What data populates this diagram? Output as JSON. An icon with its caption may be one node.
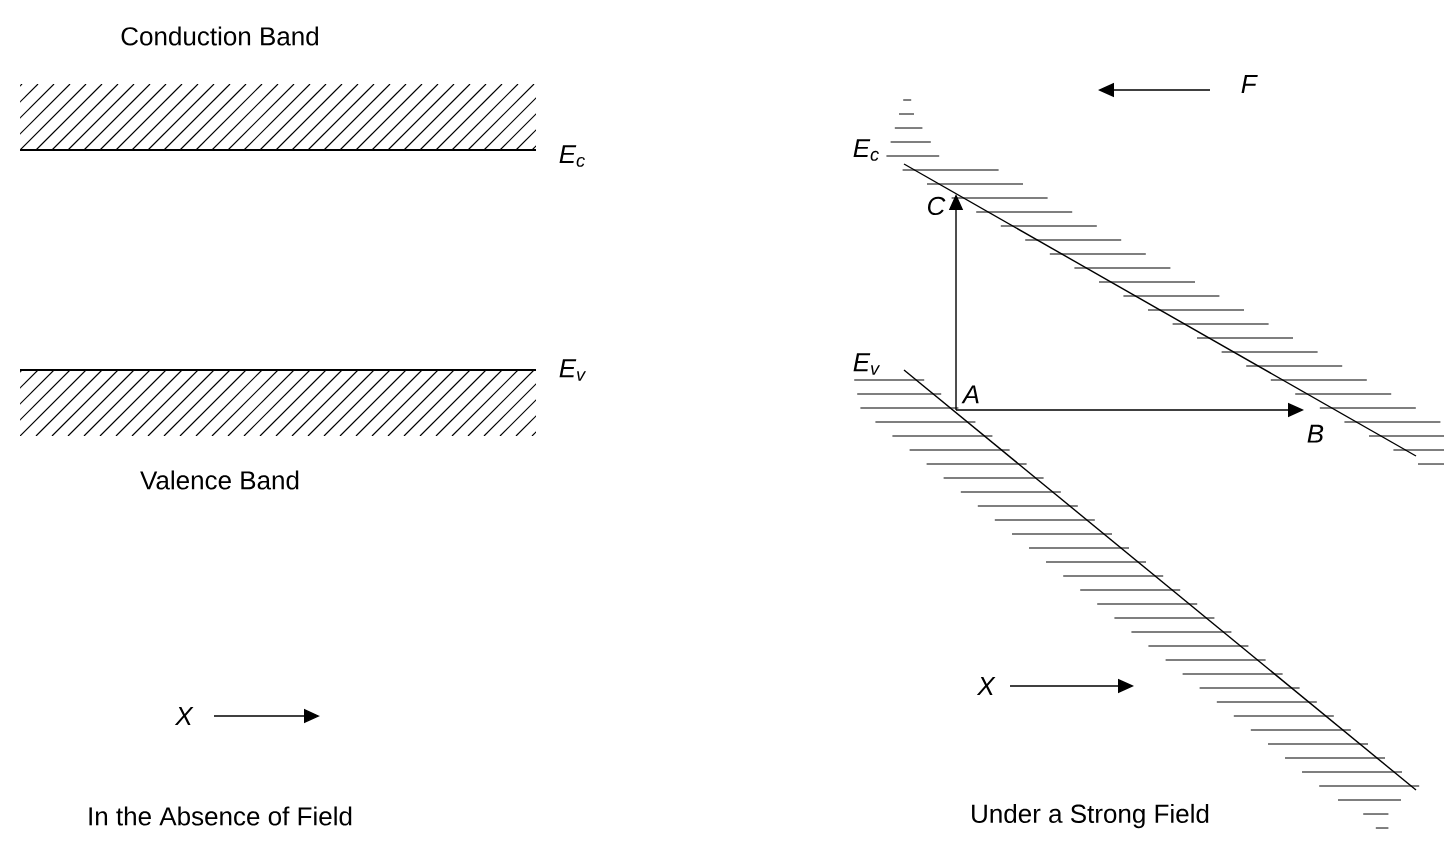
{
  "diagram": {
    "nodes": [
      {
        "text": [
          "A"
        ]
      },
      {
        "text": [
          "C"
        ]
      },
      {
        "text": [
          "B"
        ]
      }
    ],
    "edges": [
      {
        "from": 0,
        "to": 1,
        "arrow": "to"
      },
      {
        "from": 0,
        "to": 2,
        "arrow": "to"
      }
    ],
    "labels": [
      "Conduction Band",
      "E$_{c}$",
      "E$_{v}$",
      "Valence Band",
      "X",
      "In the Absence of Field",
      "F",
      "E$_{c}$",
      "E$_{v}$",
      "X",
      "Under a Strong Field"
    ]
  }
}
